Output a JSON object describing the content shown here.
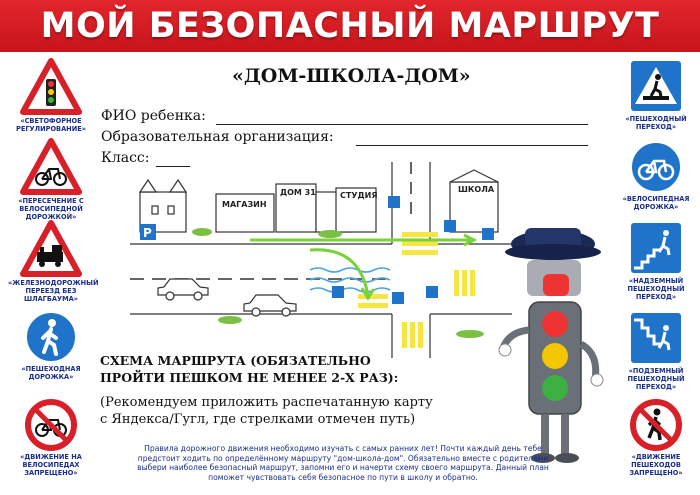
{
  "header": {
    "title": "МОЙ БЕЗОПАСНЫЙ МАРШРУТ"
  },
  "subtitle": "«ДОМ-ШКОЛА-ДОМ»",
  "form": {
    "child_name_label": "ФИО ребенка:",
    "organization_label": "Образовательная организация:",
    "class_label": "Класс:"
  },
  "left_signs": [
    {
      "caption": "«СВЕТОФОРНОЕ РЕГУЛИРОВАНИЕ»",
      "icon": "traffic-light-warning-sign"
    },
    {
      "caption": "«ПЕРЕСЕЧЕНИЕ С ВЕЛОСИПЕДНОЙ ДОРОЖКОЙ»",
      "icon": "bicycle-warning-sign"
    },
    {
      "caption": "«ЖЕЛЕЗНОДОРОЖНЫЙ ПЕРЕЕЗД БЕЗ ШЛАГБАУМА»",
      "icon": "train-warning-sign"
    },
    {
      "caption": "«ПЕШЕХОДНАЯ ДОРОЖКА»",
      "icon": "pedestrian-path-sign"
    },
    {
      "caption": "«ДВИЖЕНИЕ НА ВЕЛОСИПЕДАХ ЗАПРЕЩЕНО»",
      "icon": "no-bicycles-sign"
    }
  ],
  "right_signs": [
    {
      "caption": "«ПЕШЕХОДНЫЙ ПЕРЕХОД»",
      "icon": "crosswalk-sign"
    },
    {
      "caption": "«ВЕЛОСИПЕДНАЯ ДОРОЖКА»",
      "icon": "bicycle-path-sign"
    },
    {
      "caption": "«НАДЗЕМНЫЙ ПЕШЕХОДНЫЙ ПЕРЕХОД»",
      "icon": "overpass-sign"
    },
    {
      "caption": "«ПОДЗЕМНЫЙ ПЕШЕХОДНЫЙ ПЕРЕХОД»",
      "icon": "underpass-sign"
    },
    {
      "caption": "«ДВИЖЕНИЕ ПЕШЕХОДОВ ЗАПРЕЩЕНО»",
      "icon": "no-pedestrians-sign"
    }
  ],
  "map": {
    "buildings": [
      "МАГАЗИН",
      "ДОМ 31",
      "СТУДИЯ",
      "ШКОЛА"
    ],
    "parking": "P"
  },
  "scheme": {
    "title_line1": "СХЕМА МАРШРУТА (ОБЯЗАТЕЛЬНО",
    "title_line2": "ПРОЙТИ ПЕШКОМ НЕ МЕНЕЕ 2-Х РАЗ):",
    "note_line1": "(Рекомендуем приложить распечатанную карту",
    "note_line2": "с Яндекса/Гугл, где стрелками отмечен путь)"
  },
  "rules_text": "Правила дорожного движения необходимо изучать с самых ранних лет! Почти каждый день тебе предстоит ходить по определённому маршруту \"дом-школа-дом\". Обязательно вместе с родителями выбери наиболее безопасный маршрут, запомни его и начерти схему своего маршрута. Данный план поможет чувствовать себя безопасное по пути в школу и обратно.",
  "colors": {
    "banner": "#d81e25",
    "caption": "#1a2f8a",
    "sign_blue": "#1f73c9",
    "sign_red": "#d72027",
    "route": "#7bd13a"
  }
}
